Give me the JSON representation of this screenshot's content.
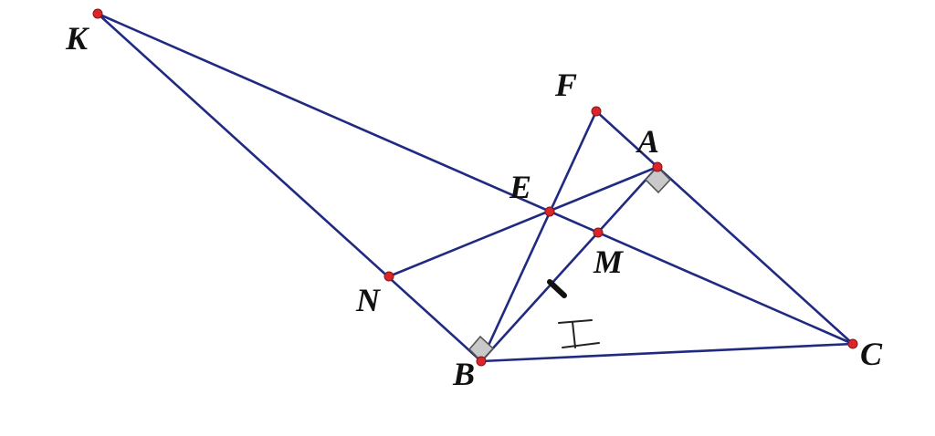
{
  "points": [
    {
      "id": "K",
      "label": "K"
    },
    {
      "id": "F",
      "label": "F"
    },
    {
      "id": "A",
      "label": "A"
    },
    {
      "id": "E",
      "label": "E"
    },
    {
      "id": "M",
      "label": "M"
    },
    {
      "id": "N",
      "label": "N"
    },
    {
      "id": "B",
      "label": "B"
    },
    {
      "id": "C",
      "label": "C"
    }
  ],
  "segments": [
    [
      "K",
      "C"
    ],
    [
      "K",
      "B"
    ],
    [
      "B",
      "C"
    ],
    [
      "A",
      "C"
    ],
    [
      "F",
      "A"
    ],
    [
      "F",
      "B"
    ],
    [
      "A",
      "B"
    ],
    [
      "N",
      "A"
    ]
  ],
  "right_angles": [
    "A",
    "B"
  ],
  "equal_marks": [
    "BM"
  ],
  "handwritten_mark": "I",
  "colors": {
    "line": "#1f2a80",
    "point": "#d8262a",
    "right_angle_fill": "#c9c9c9"
  }
}
